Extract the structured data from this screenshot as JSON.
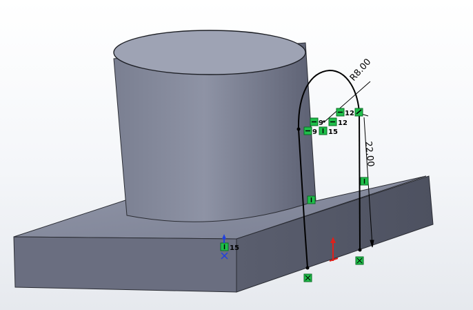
{
  "viewport": {
    "radius_dimension": "R8.00",
    "height_dimension": "22.00"
  },
  "relations": {
    "left_arc_a": "9",
    "left_arc_b": "9",
    "right_arc_a": "12",
    "right_arc_b": "12",
    "center_vertical": "15",
    "base_edge": "15"
  },
  "colors": {
    "body_front": "#5c6070",
    "body_top": "#8b90a2",
    "cylinder": "#7f8496",
    "sketch": "#000000",
    "relation_green": "#1fbf4a",
    "axis_red": "#e0201a",
    "axis_blue": "#1f3fe0"
  },
  "icons": [
    "horizontal-relation-icon",
    "vertical-relation-icon",
    "coincident-relation-icon",
    "fix-relation-icon",
    "origin-triad-icon",
    "reference-triad-icon"
  ]
}
